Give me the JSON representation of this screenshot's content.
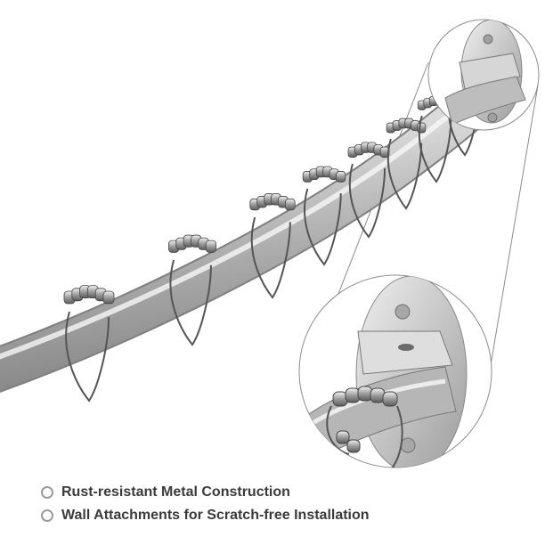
{
  "product_image": {
    "subject": "curved shower curtain rod with roller-ball rings and wall mount brackets",
    "icons": [
      "curved-rod-icon",
      "roller-ring-icon",
      "wall-bracket-icon",
      "zoom-callout-icon"
    ],
    "colors": {
      "background": "#ffffff",
      "metal_light": "#e4e4e4",
      "metal_mid": "#b9b9b9",
      "metal_dark": "#7a7a7a",
      "ring_wire": "#555555",
      "callout_line": "#8c8c8c",
      "text": "#3b3b3b",
      "bullet": "#9a9a9a"
    }
  },
  "features": [
    {
      "label": "Rust-resistant Metal Construction"
    },
    {
      "label": "Wall Attachments for Scratch-free Installation"
    }
  ]
}
